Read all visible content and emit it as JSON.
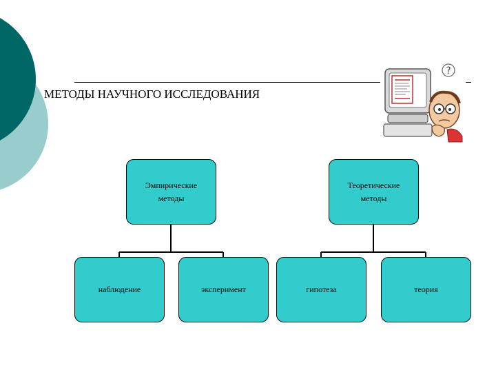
{
  "slide": {
    "title": "МЕТОДЫ НАУЧНОГО ИССЛЕДОВАНИЯ"
  },
  "diagram": {
    "nodes": [
      {
        "id": "empirical",
        "label": "Эмпирические\nметоды",
        "parent": null
      },
      {
        "id": "theoretical",
        "label": "Теоретические\nметоды",
        "parent": null
      },
      {
        "id": "observation",
        "label": "наблюдение",
        "parent": "empirical"
      },
      {
        "id": "experiment",
        "label": "эксперимент",
        "parent": "empirical"
      },
      {
        "id": "hypothesis",
        "label": "гипотеза",
        "parent": "theoretical"
      },
      {
        "id": "theory",
        "label": "теория",
        "parent": "theoretical"
      }
    ]
  },
  "colors": {
    "box_fill": "#33cccc",
    "deco_dark_teal": "#006666",
    "deco_light_teal": "#99cccc"
  },
  "icons": {
    "clipart": "confused-man-at-computer-icon"
  }
}
